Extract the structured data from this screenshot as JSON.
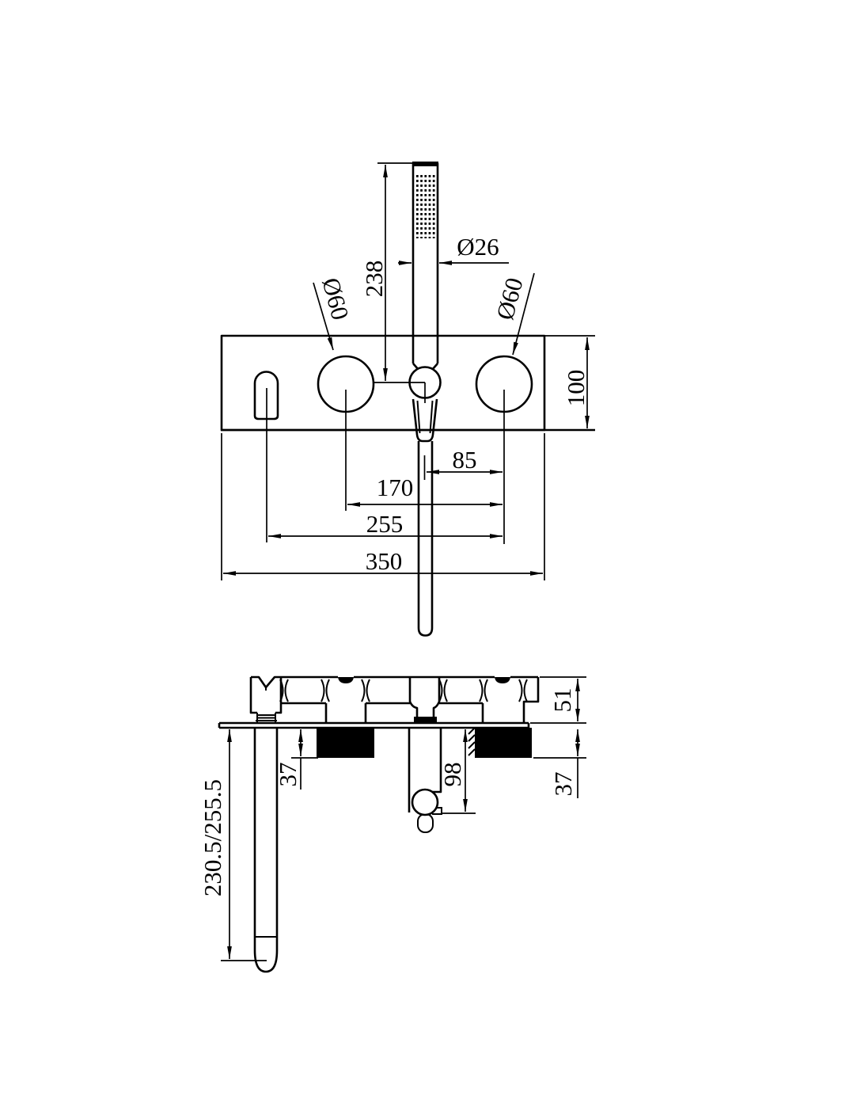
{
  "drawing": {
    "background_color": "#ffffff",
    "line_color": "#000000"
  },
  "front_view": {
    "handshower_diameter": "Ø26",
    "handshower_length": "238",
    "left_knob_diameter": "Ø60",
    "right_knob_diameter": "Ø60",
    "plate_height": "100",
    "hose_outlet_to_right_knob": "85",
    "left_knob_to_right_knob": "170",
    "spout_to_right_knob": "255",
    "plate_width": "350"
  },
  "side_view": {
    "body_projection": "51",
    "left_valve_recess_depth": "37",
    "right_valve_recess_depth": "37",
    "outlet_drop": "98",
    "spout_reach": "230.5/255.5"
  }
}
